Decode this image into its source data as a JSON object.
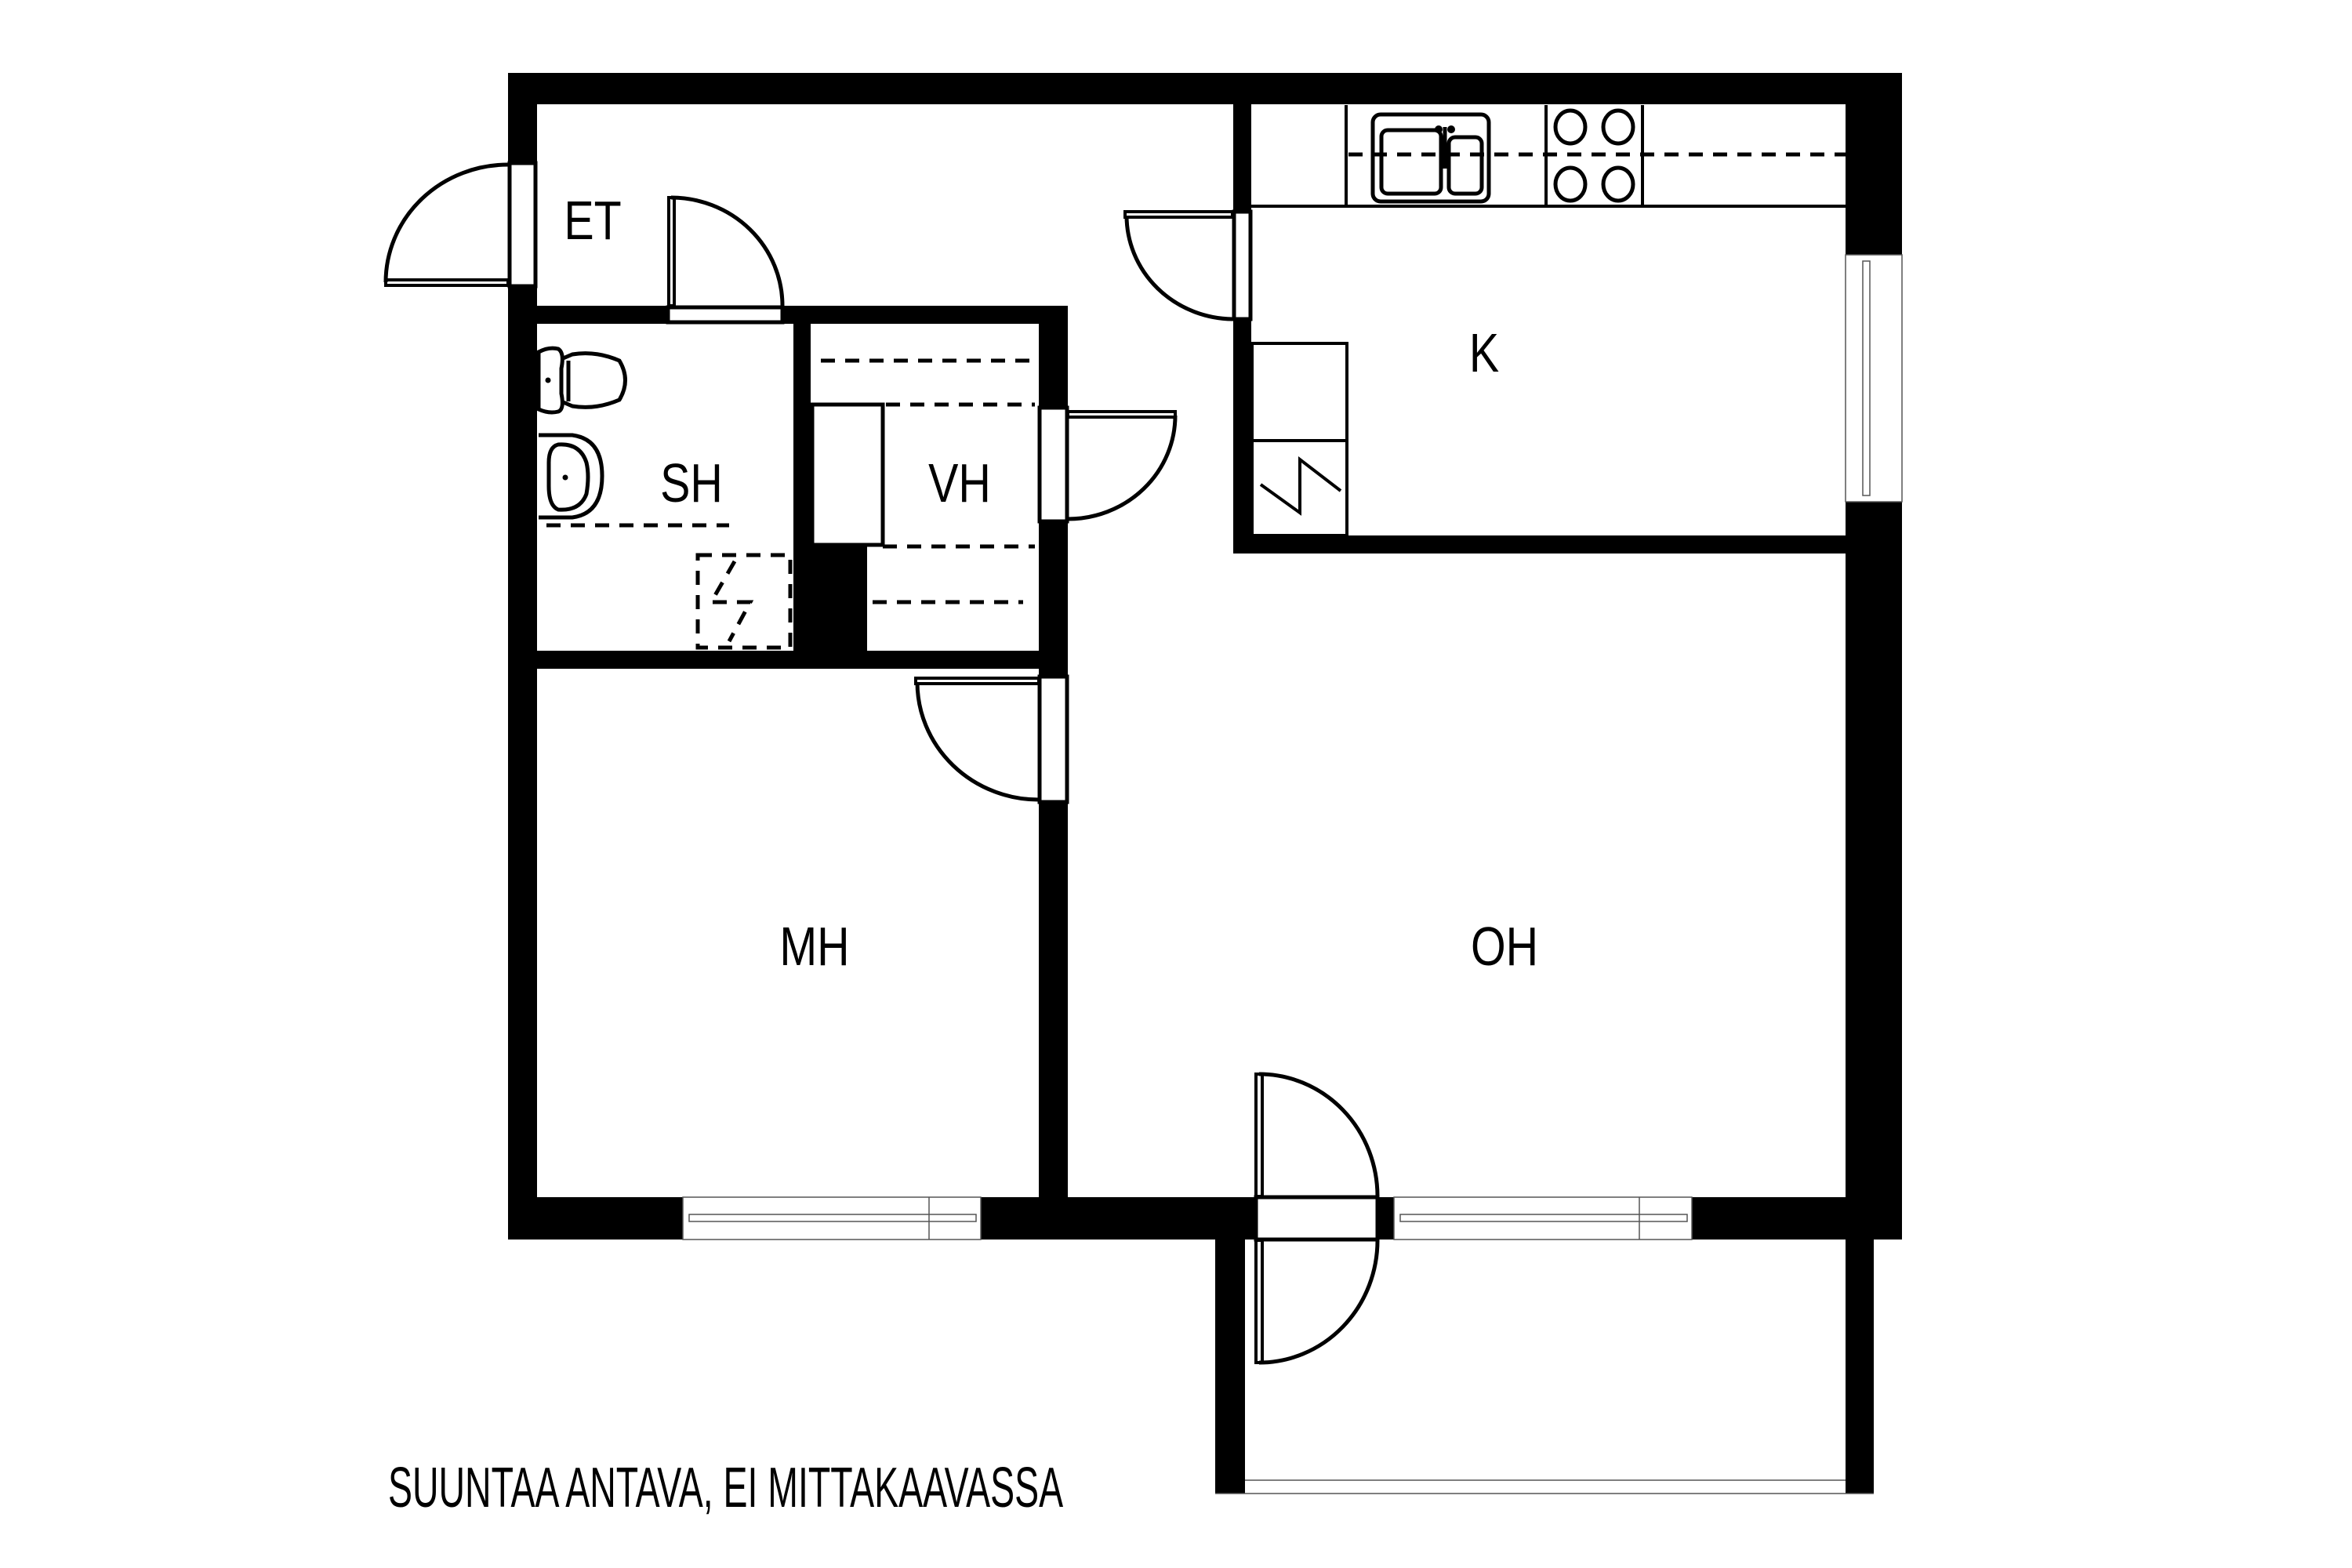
{
  "floorplan": {
    "rooms": {
      "et": {
        "label": "ET"
      },
      "sh": {
        "label": "SH"
      },
      "vh": {
        "label": "VH"
      },
      "k": {
        "label": "K"
      },
      "mh": {
        "label": "MH"
      },
      "oh": {
        "label": "OH"
      }
    },
    "disclaimer": "SUUNTAA ANTAVA, EI MITTAKAAVASSA",
    "colors": {
      "wall": "#000000",
      "background": "#ffffff"
    },
    "icons": [
      "toilet-icon",
      "washbasin-icon",
      "shower-icon",
      "sink-icon",
      "stove-icon",
      "fridge-icon",
      "door-icon",
      "window-icon"
    ]
  }
}
